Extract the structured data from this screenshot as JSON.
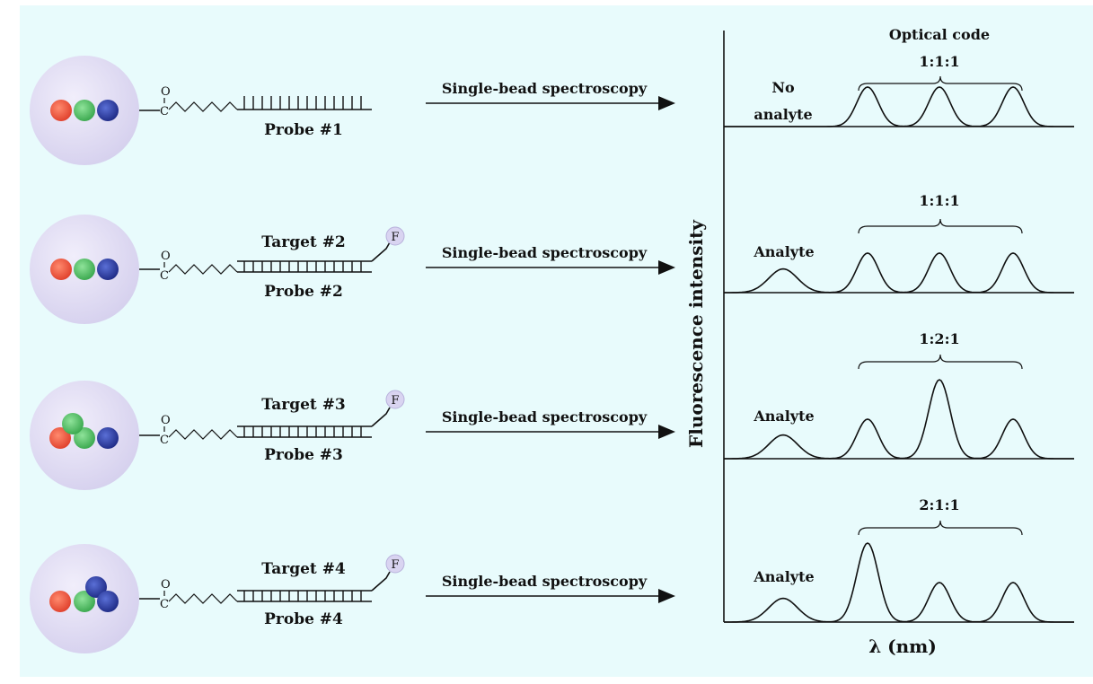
{
  "background_color": "#e8fbfc",
  "bead_color": "#d6d1ee",
  "dot_colors": {
    "red": "#e0402c",
    "green": "#3aa84e",
    "blue": "#1f2b86",
    "fluor": "#d9d4f1"
  },
  "carbonyl_label": "O",
  "carbonyl_carbon": "C",
  "fluor_label": "F",
  "arrow_label": "Single-bead spectroscopy",
  "optical_code_title": "Optical code",
  "y_axis_label": "Fluorescence intensity",
  "x_axis_label": "λ (nm)",
  "rows": [
    {
      "id": "1",
      "probe_label": "Probe #1",
      "target_label": "",
      "spectrum_label_line1": "No",
      "spectrum_label_line2": "analyte",
      "code": "1:1:1",
      "peak_heights": [
        0.0,
        1.0,
        1.0,
        1.0
      ],
      "dots": [
        "red",
        "green",
        "blue"
      ]
    },
    {
      "id": "2",
      "probe_label": "Probe #2",
      "target_label": "Target #2",
      "spectrum_label_line1": "Analyte",
      "spectrum_label_line2": "",
      "code": "1:1:1",
      "peak_heights": [
        0.6,
        1.0,
        1.0,
        1.0
      ],
      "dots": [
        "red",
        "green",
        "blue"
      ]
    },
    {
      "id": "3",
      "probe_label": "Probe #3",
      "target_label": "Target #3",
      "spectrum_label_line1": "Analyte",
      "spectrum_label_line2": "",
      "code": "1:2:1",
      "peak_heights": [
        0.6,
        1.0,
        2.0,
        1.0
      ],
      "dots": [
        "red",
        "green",
        "green",
        "blue"
      ]
    },
    {
      "id": "4",
      "probe_label": "Probe #4",
      "target_label": "Target #4",
      "spectrum_label_line1": "Analyte",
      "spectrum_label_line2": "",
      "code": "2:1:1",
      "peak_heights": [
        0.6,
        2.0,
        1.0,
        1.0
      ],
      "dots": [
        "red",
        "green",
        "blue",
        "blue"
      ]
    }
  ]
}
